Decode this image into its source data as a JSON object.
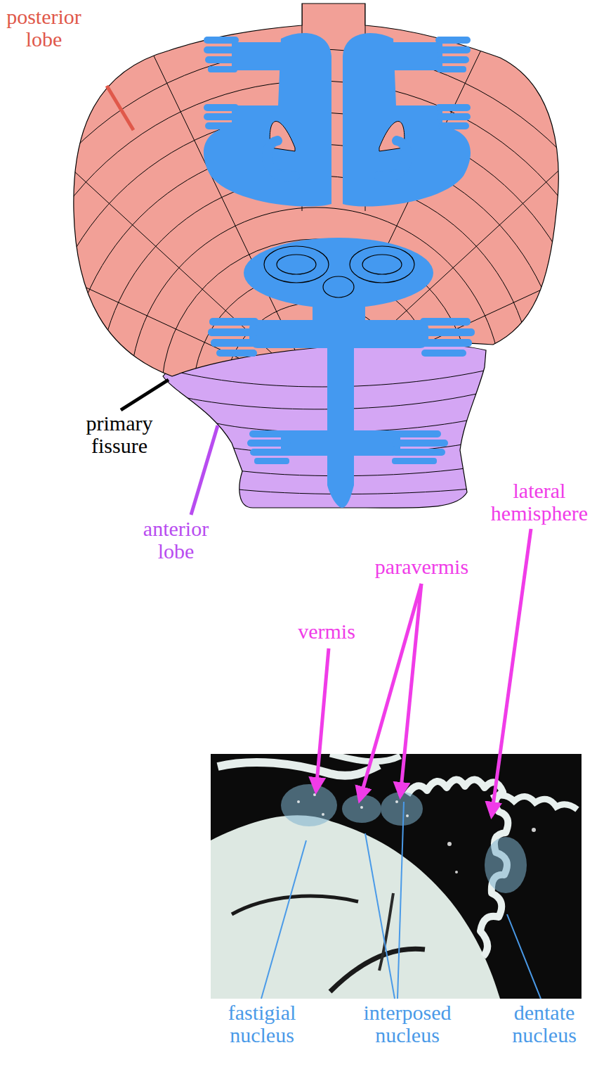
{
  "diagram": {
    "labels": [
      "posterior lobe",
      "primary fissure",
      "anterior lobe",
      "lateral hemisphere",
      "paravermis",
      "vermis",
      "fastigial nucleus",
      "interposed nucleus",
      "dentate nucleus"
    ]
  }
}
